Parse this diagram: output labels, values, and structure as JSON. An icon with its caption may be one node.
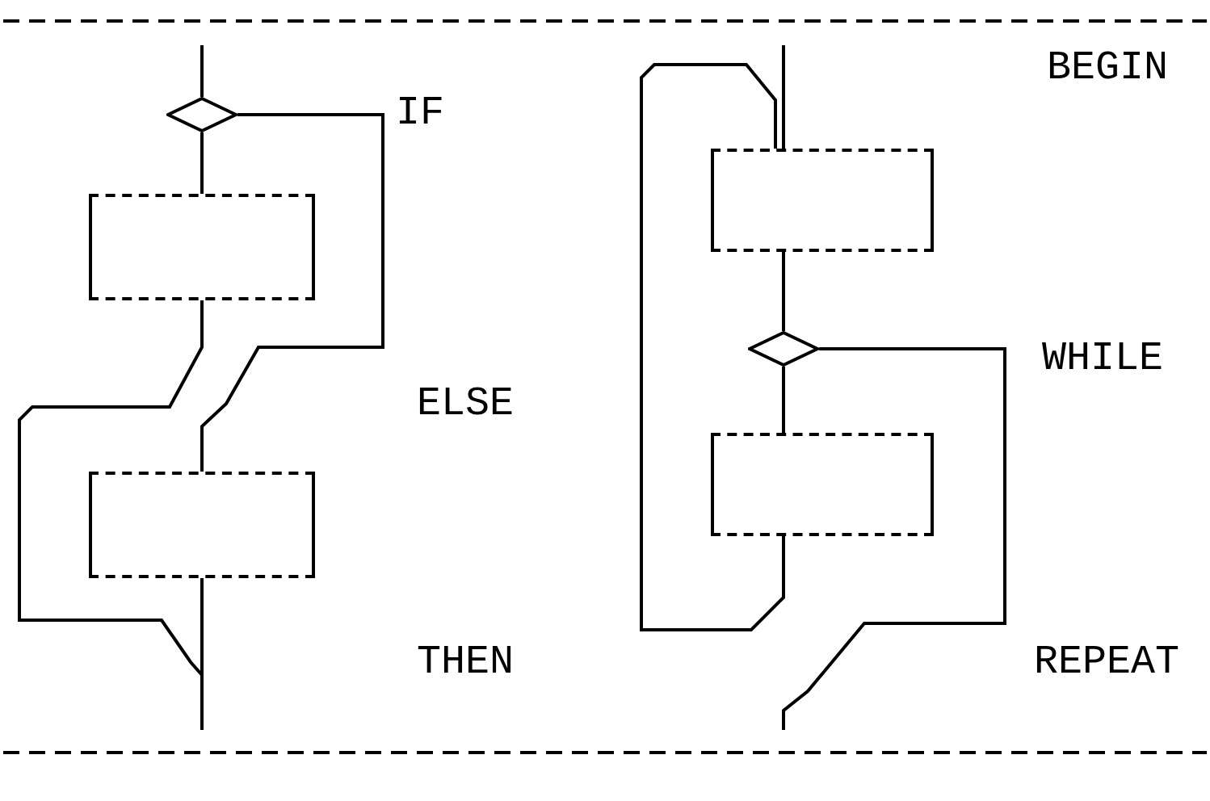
{
  "diagram": {
    "nodes": [
      {
        "text": [],
        "shape": "diamond"
      },
      {
        "text": [],
        "shape": "box"
      },
      {
        "text": [],
        "shape": "box"
      },
      {
        "text": [],
        "shape": "box"
      },
      {
        "text": [],
        "shape": "diamond"
      },
      {
        "text": [],
        "shape": "box"
      }
    ],
    "edges": [
      {
        "from": null,
        "to": 0,
        "arrow": "none"
      },
      {
        "from": 0,
        "to": 1,
        "arrow": "none"
      },
      {
        "from": 0,
        "to": 2,
        "arrow": "none"
      },
      {
        "from": 1,
        "to": null,
        "arrow": "none"
      },
      {
        "from": 2,
        "to": null,
        "arrow": "none"
      },
      {
        "from": null,
        "to": 3,
        "arrow": "none"
      },
      {
        "from": 3,
        "to": 4,
        "arrow": "none"
      },
      {
        "from": 4,
        "to": 5,
        "arrow": "none"
      },
      {
        "from": 5,
        "to": 3,
        "arrow": "none"
      },
      {
        "from": 4,
        "to": null,
        "arrow": "none"
      }
    ],
    "labels": [
      "BEGIN",
      "IF",
      "WHILE",
      "ELSE",
      "THEN",
      "REPEAT"
    ]
  }
}
